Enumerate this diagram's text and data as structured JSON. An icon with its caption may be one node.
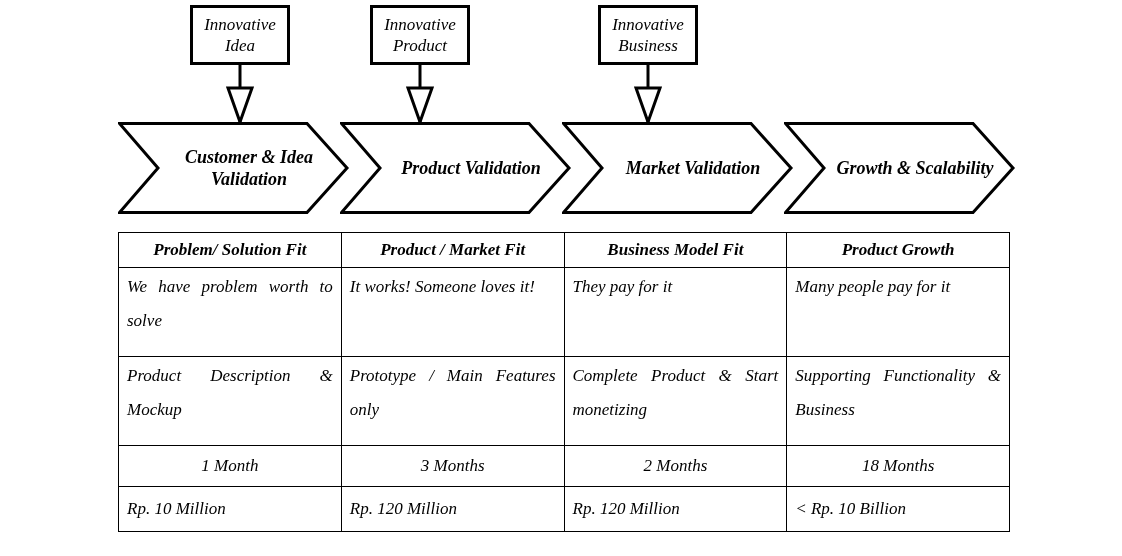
{
  "diagram": {
    "nodes": [
      {
        "text": [
          "Innovative Idea"
        ]
      },
      {
        "text": [
          "Innovative Product"
        ]
      },
      {
        "text": [
          "Innovative Business"
        ]
      },
      {
        "text": [
          "Customer & Idea Validation"
        ]
      },
      {
        "text": [
          "Product Validation"
        ]
      },
      {
        "text": [
          "Market Validation"
        ]
      },
      {
        "text": [
          "Growth & Scalability"
        ]
      }
    ],
    "edges": [
      {
        "from": 0,
        "to": 3,
        "arrow": "to"
      },
      {
        "from": 1,
        "to": 4,
        "arrow": "to"
      },
      {
        "from": 2,
        "to": 5,
        "arrow": "to"
      }
    ],
    "labels": [
      "Problem/ Solution Fit",
      "Product / Market Fit",
      "Business Model Fit",
      "Product Growth",
      "We have problem worth to solve",
      "It works! Someone loves it!",
      "They pay for it",
      "Many people pay for it",
      "Product Description & Mockup",
      "Prototype / Main Features only",
      "Complete Product & Start monetizing",
      "Supporting Functionality & Business",
      "1 Month",
      "3 Months",
      "2 Months",
      "18 Months",
      "Rp. 10 Million",
      "Rp. 120 Million",
      "Rp. 120 Million",
      "< Rp. 10 Billion"
    ]
  }
}
